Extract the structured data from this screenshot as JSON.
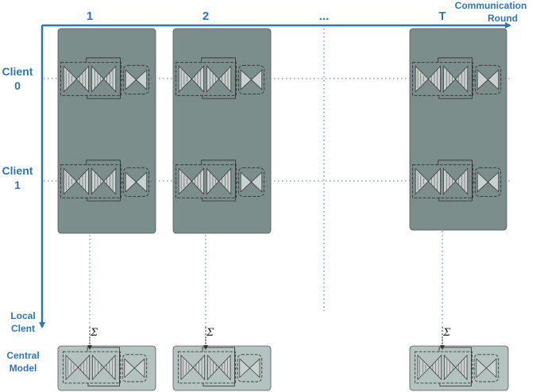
{
  "axis": {
    "x_title_line1": "Communication",
    "x_title_line2": "Round",
    "y_title_line1": "Local",
    "y_title_line2": "Clent"
  },
  "rounds": [
    "1",
    "2",
    "...",
    "T"
  ],
  "clients": [
    {
      "line1": "Client",
      "line2": "0"
    },
    {
      "line1": "Client",
      "line2": "1"
    }
  ],
  "central": {
    "line1": "Central",
    "line2": "Model"
  },
  "sum_symbol": "Σ",
  "colors": {
    "axis": "#2e75b6",
    "label": "#2e75b6",
    "round_panel": "#7b8e8b",
    "central_panel": "#b4c3c0"
  },
  "icons": {
    "model": "network-diagram-icon",
    "aggregate": "sigma-aggregation-icon"
  }
}
